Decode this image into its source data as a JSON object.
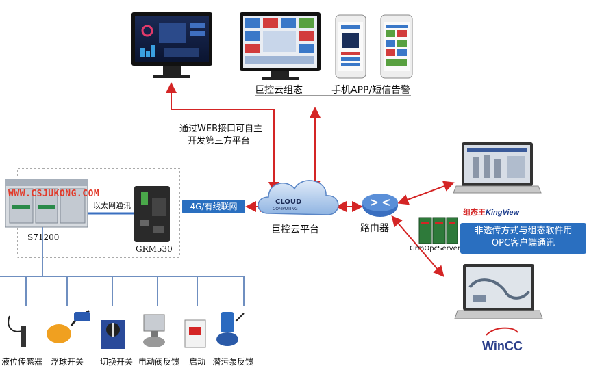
{
  "labels": {
    "cloud_config": "巨控云组态",
    "mobile_app": "手机APP/短信告警",
    "web_interface_line1": "通过WEB接口可自主",
    "web_interface_line2": "开发第三方平台",
    "watermark": "WWW.CSJUKONG.COM",
    "ethernet": "以太网通讯",
    "plc_model": "S71200",
    "gateway_model": "GRM530",
    "network": "4G/有线联网",
    "cloud_text_1": "CLOUD",
    "cloud_text_2": "COMPUTING",
    "cloud_platform": "巨控云平台",
    "router": "路由器",
    "kingview_cn": "组态王",
    "kingview_en": "KingView",
    "opc_server": "GrmOpcServer",
    "opc_line1": "非透传方式与组态软件用",
    "opc_line2": "OPC客户端通讯",
    "wincc": "WinCC"
  },
  "devices": [
    {
      "label": "液位传感器",
      "icon": "level-sensor-icon"
    },
    {
      "label": "浮球开关",
      "icon": "float-switch-icon"
    },
    {
      "label": "切换开关",
      "icon": "selector-switch-icon"
    },
    {
      "label": "电动阀反馈",
      "icon": "motor-valve-icon"
    },
    {
      "label": "启动",
      "icon": "contactor-icon"
    },
    {
      "label": "潜污泵反馈",
      "icon": "sewage-pump-icon"
    }
  ],
  "colors": {
    "arrow": "#d42525",
    "bus": "#6f8fc0",
    "accent_blue": "#2a6fc0"
  }
}
